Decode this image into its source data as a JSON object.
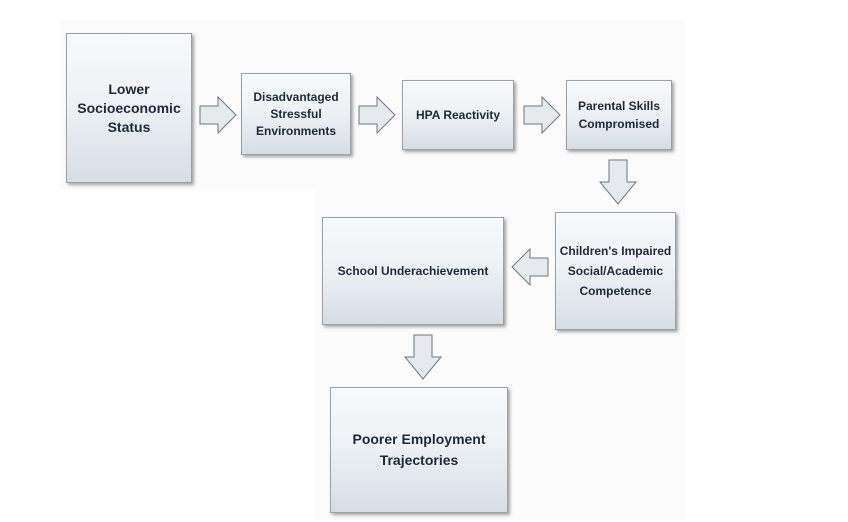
{
  "diagram": {
    "nodes": {
      "lower_ses": "Lower\nSocioeconomic\nStatus",
      "disadvantaged": "Disadvantaged\nStressful\nEnvironments",
      "hpa": "HPA Reactivity",
      "parental": "Parental Skills\nCompromised",
      "children": "Children's Impaired\nSocial/Academic\nCompetence",
      "school": "School Underachievement",
      "employment": "Poorer Employment\nTrajectories"
    },
    "edges": [
      {
        "from": "lower_ses",
        "to": "disadvantaged",
        "direction": "right"
      },
      {
        "from": "disadvantaged",
        "to": "hpa",
        "direction": "right"
      },
      {
        "from": "hpa",
        "to": "parental",
        "direction": "right"
      },
      {
        "from": "parental",
        "to": "children",
        "direction": "down"
      },
      {
        "from": "children",
        "to": "school",
        "direction": "left"
      },
      {
        "from": "school",
        "to": "employment",
        "direction": "down"
      }
    ],
    "colors": {
      "box_fill_top": "#f7f9fb",
      "box_fill_bottom": "#d6dee6",
      "box_border": "#9aa0a6",
      "arrow_fill": "#e6eaee",
      "arrow_stroke": "#6f757b",
      "text": "#1e2a38"
    }
  }
}
